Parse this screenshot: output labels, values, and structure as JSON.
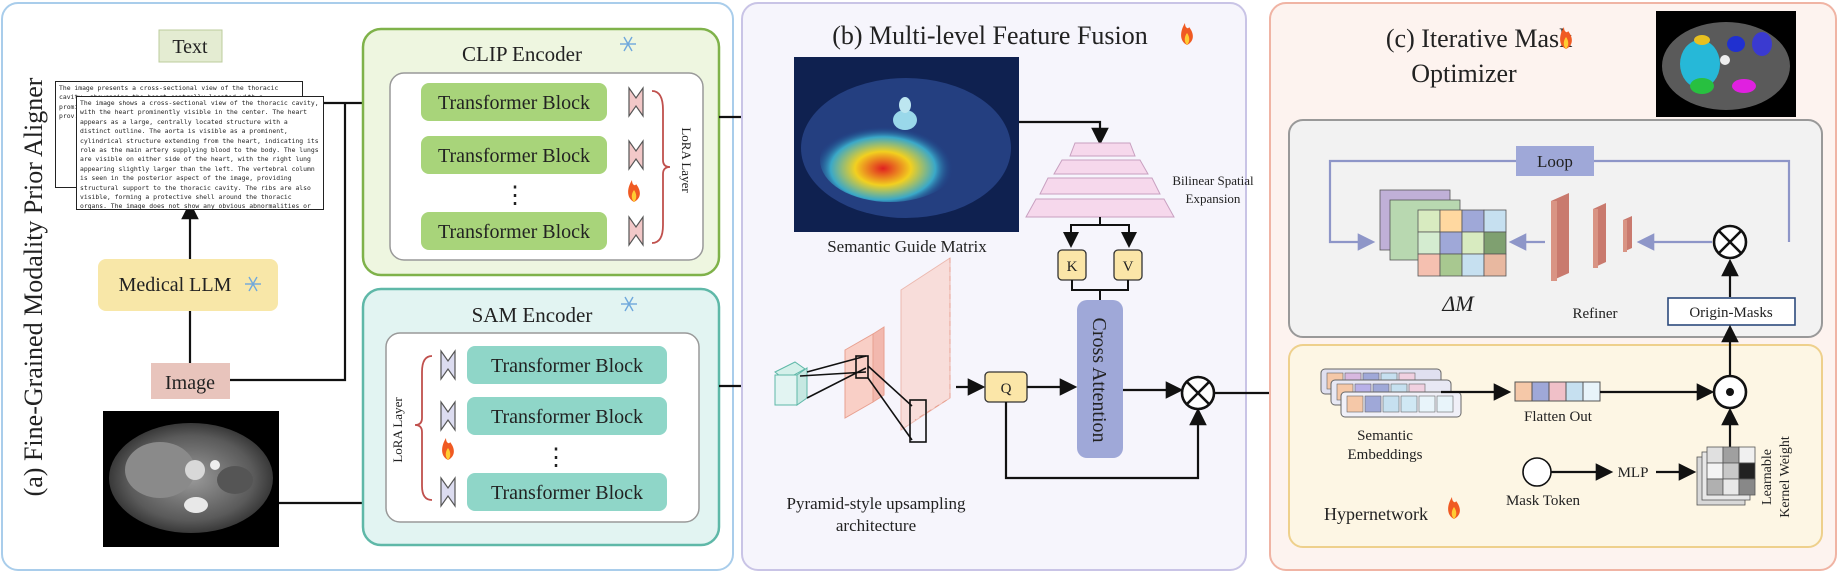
{
  "panel_a": {
    "title": "(a) Fine-Grained Modality Prior Aligner",
    "text_label": "Text",
    "medical_llm": "Medical LLM",
    "image_label": "Image",
    "doc_back": "The image presents a cross-sectional view of the thoracic cavity, showcasing the heart centrally located with a prominent... either... air... struc... main... resti... prov... cord... prot... surr... any...",
    "doc_front": "The image shows a cross-sectional view of the thoracic cavity, with the heart prominently visible in the center. The heart appears as a large, centrally located structure with a distinct outline. The aorta is visible as a prominent, cylindrical structure extending from the heart, indicating its role as the main artery supplying blood to the body. The lungs are visible on either side of the heart, with the right lung appearing slightly larger than the left. The vertebral column is seen in the posterior aspect of the image, providing structural support to the thoracic cavity. The ribs are also visible, forming a protective shell around the thoracic organs. The image does not show any obvious abnormalities or pathologies, suggesting a normal anatomical presentation.",
    "clip_encoder": "CLIP Encoder",
    "sam_encoder": "SAM Encoder",
    "transformer_block": "Transformer Block",
    "lora_layer": "LoRA Layer",
    "dots": "⋮"
  },
  "panel_b": {
    "title": "(b)  Multi-level Feature Fusion",
    "semantic_guide": "Semantic Guide Matrix",
    "bilinear_1": "Bilinear Spatial",
    "bilinear_2": "Expansion",
    "k": "K",
    "v": "V",
    "q": "Q",
    "cross_attention": "Cross Attention",
    "pyramid_1": "Pyramid-style upsampling",
    "pyramid_2": "architecture"
  },
  "panel_c": {
    "title_1": "(c) Iterative Mask",
    "title_2": "Optimizer",
    "loop": "Loop",
    "delta_m": "ΔM",
    "refiner": "Refiner",
    "origin_masks": "Origin-Masks",
    "semantic_emb_1": "Semantic",
    "semantic_emb_2": "Embeddings",
    "flatten_out": "Flatten Out",
    "mask_token": "Mask Token",
    "mlp": "MLP",
    "kernel_1": "Learnable",
    "kernel_2": "Kernel Weight",
    "hypernetwork": "Hypernetwork"
  },
  "icons": {
    "fire": "fire-icon",
    "snowflake": "snowflake-icon"
  },
  "colors": {
    "panel_a_border": "#a9cdeb",
    "panel_b_border": "#c9c4e6",
    "panel_c_border": "#f0b4a4",
    "clip_border": "#7fb24a",
    "clip_fill": "#eef6e0",
    "sam_border": "#5fb8a8",
    "sam_fill": "#e2f4f2",
    "green_block": "#a8d47a",
    "teal_block": "#8fd6c8",
    "cross_attention": "#9fa8d8",
    "kqv": "#fbe6a8",
    "hyper_fill": "#fdf6e4",
    "hyper_border": "#eed08c"
  }
}
